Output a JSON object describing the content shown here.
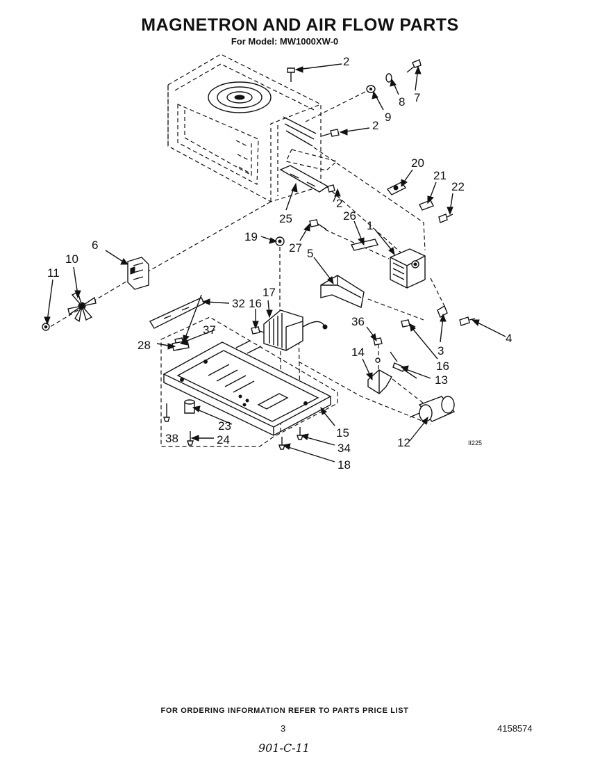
{
  "title": "MAGNETRON AND AIR FLOW PARTS",
  "subtitle": "For Model: MW1000XW-0",
  "drawing_code": "II225",
  "callouts": {
    "c2a": "2",
    "c7": "7",
    "c8": "8",
    "c9": "9",
    "c2b": "2",
    "c20": "20",
    "c21": "21",
    "c22": "22",
    "c2c": "2",
    "c25": "25",
    "c26": "26",
    "c1": "1",
    "c19": "19",
    "c27": "27",
    "c5": "5",
    "c6": "6",
    "c10": "10",
    "c11": "11",
    "c17": "17",
    "c32": "32",
    "c16a": "16",
    "c4": "4",
    "c36": "36",
    "c3": "3",
    "c16b": "16",
    "c13": "13",
    "c14": "14",
    "c28": "28",
    "c37": "37",
    "c15": "15",
    "c23": "23",
    "c38": "38",
    "c24": "24",
    "c34": "34",
    "c18": "18",
    "c12": "12"
  },
  "footer": {
    "ordering_note": "FOR ORDERING INFORMATION REFER TO PARTS PRICE LIST",
    "page_number": "3",
    "document_number": "4158574",
    "handwritten_note": "901-C-11"
  }
}
